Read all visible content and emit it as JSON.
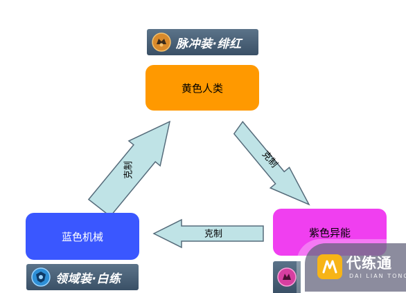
{
  "nodes": {
    "human": "黄色人类",
    "mecha": "蓝色机械",
    "mutant": "紫色异能"
  },
  "badges": {
    "top": "脉冲装·绯红",
    "bottom": "领域装·白练"
  },
  "relations": {
    "blue_to_yellow": "克制",
    "yellow_to_purple": "克制",
    "purple_to_blue": "克制"
  },
  "watermark": {
    "title": "代练通",
    "subtitle": "DAI LIAN TONG"
  },
  "colors": {
    "yellow_node": "#FF9900",
    "blue_node": "#3A57FF",
    "purple_node": "#F03FF0",
    "arrow_fill": "#BFE3E6",
    "arrow_stroke": "#556B7A"
  }
}
